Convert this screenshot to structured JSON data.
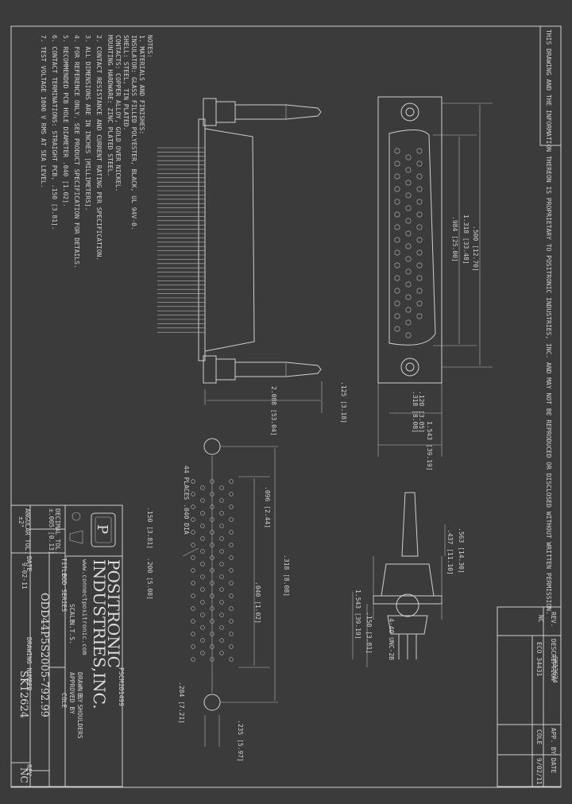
{
  "company": {
    "name": "POSITRONIC",
    "name2": "INDUSTRIES,INC.",
    "website": "www.connectpositronic.com",
    "logo_letter": "P"
  },
  "title_block": {
    "title_label": "TITLE",
    "series": "ODD SERIES",
    "scale_label": "SCALE",
    "scale_value": "N.T.S.",
    "drawn_label": "DRAWN BY",
    "drawn_value": "B. SHOULDERS",
    "approved_label": "APPROVED BY",
    "approved_value": "COLE",
    "decimal_label": "DECIMAL TOL.",
    "decimal_value": "±.005 [0.13]",
    "angular_label": "ANGULAR TOL.",
    "angular_value": "±2°",
    "date_label": "DATE",
    "date_value": "9-02-11",
    "part_number": "ODD44P5S2005-792.99",
    "drawing_number_label": "DRAWING NUMBER",
    "drawing_number": "SK12624",
    "rev_label": "REV.",
    "rev_value": "NC",
    "pscm_label": "PSCM",
    "pscm_value": "2D1499"
  },
  "revision_block": {
    "sheet_id": "SK12624",
    "headers": [
      "REV.",
      "DESCRIPTION",
      "APP. BY",
      "DATE"
    ],
    "rows": [
      [
        "NC",
        "ECO 34431",
        "COLE",
        "9/02/11"
      ]
    ]
  },
  "notes": {
    "heading": "NOTES:",
    "items": [
      "1. MATERIALS AND FINISHES:",
      "   INSULATOR: GLASS FILLED POLYESTER, BLACK, UL 94V-0.",
      "   SHELL: STEEL, TIN PLATED.",
      "   CONTACTS: COPPER ALLOY, GOLD OVER NICKEL.",
      "   MOUNTING HARDWARE: ZINC PLATED STEEL.",
      "2. CONTACT RESISTANCE AND CURRENT RATING PER SPECIFICATION.",
      "3. ALL DIMENSIONS ARE IN INCHES [MILLIMETERS].",
      "4. FOR REFERENCE ONLY. SEE PRODUCT SPECIFICATION FOR DETAILS.",
      "5. RECOMMENDED PCB HOLE DIAMETER .040 [1.02].",
      "6. CONTACT TERMINATIONS: STRAIGHT PCB, .150 [3.81].",
      "7. TEST VOLTAGE 1000 V RMS AT SEA LEVEL."
    ]
  },
  "proprietary_notice": "THIS DRAWING AND THE INFORMATION THEREON IS PROPRIETARY TO POSITRONIC INDUSTRIES, INC. AND MAY NOT BE REPRODUCED OR DISCLOSED WITHOUT WRITTEN PERMISSION.",
  "dimensions": {
    "d1": ".984 [25.00]",
    "d2": "1.318 [33.48]",
    "d3": ".500 [12.70]",
    "d4": "1.543 [39.19]",
    "d5": ".318 [8.08]",
    "d6": "2.088 [53.04]",
    "d7": ".120 [3.05]",
    "d8": ".125 [3.18]",
    "d9": ".150 [3.81]",
    "d10": ".200 [5.08]",
    "d11": ".096 [2.44]",
    "d12": ".040 [1.02]",
    "d13": ".284 [7.21]",
    "d14": ".563 [14.30]",
    "d15": ".437 [11.10]",
    "d16": ".235 [5.97]",
    "d17": "4-40 UNC-2B",
    "d18": ".318 [8.08]",
    "pcb_note": "44 PLACES .040 DIA"
  },
  "colors": {
    "background": "#3b3b3b",
    "linework": "#cfcfcf"
  }
}
